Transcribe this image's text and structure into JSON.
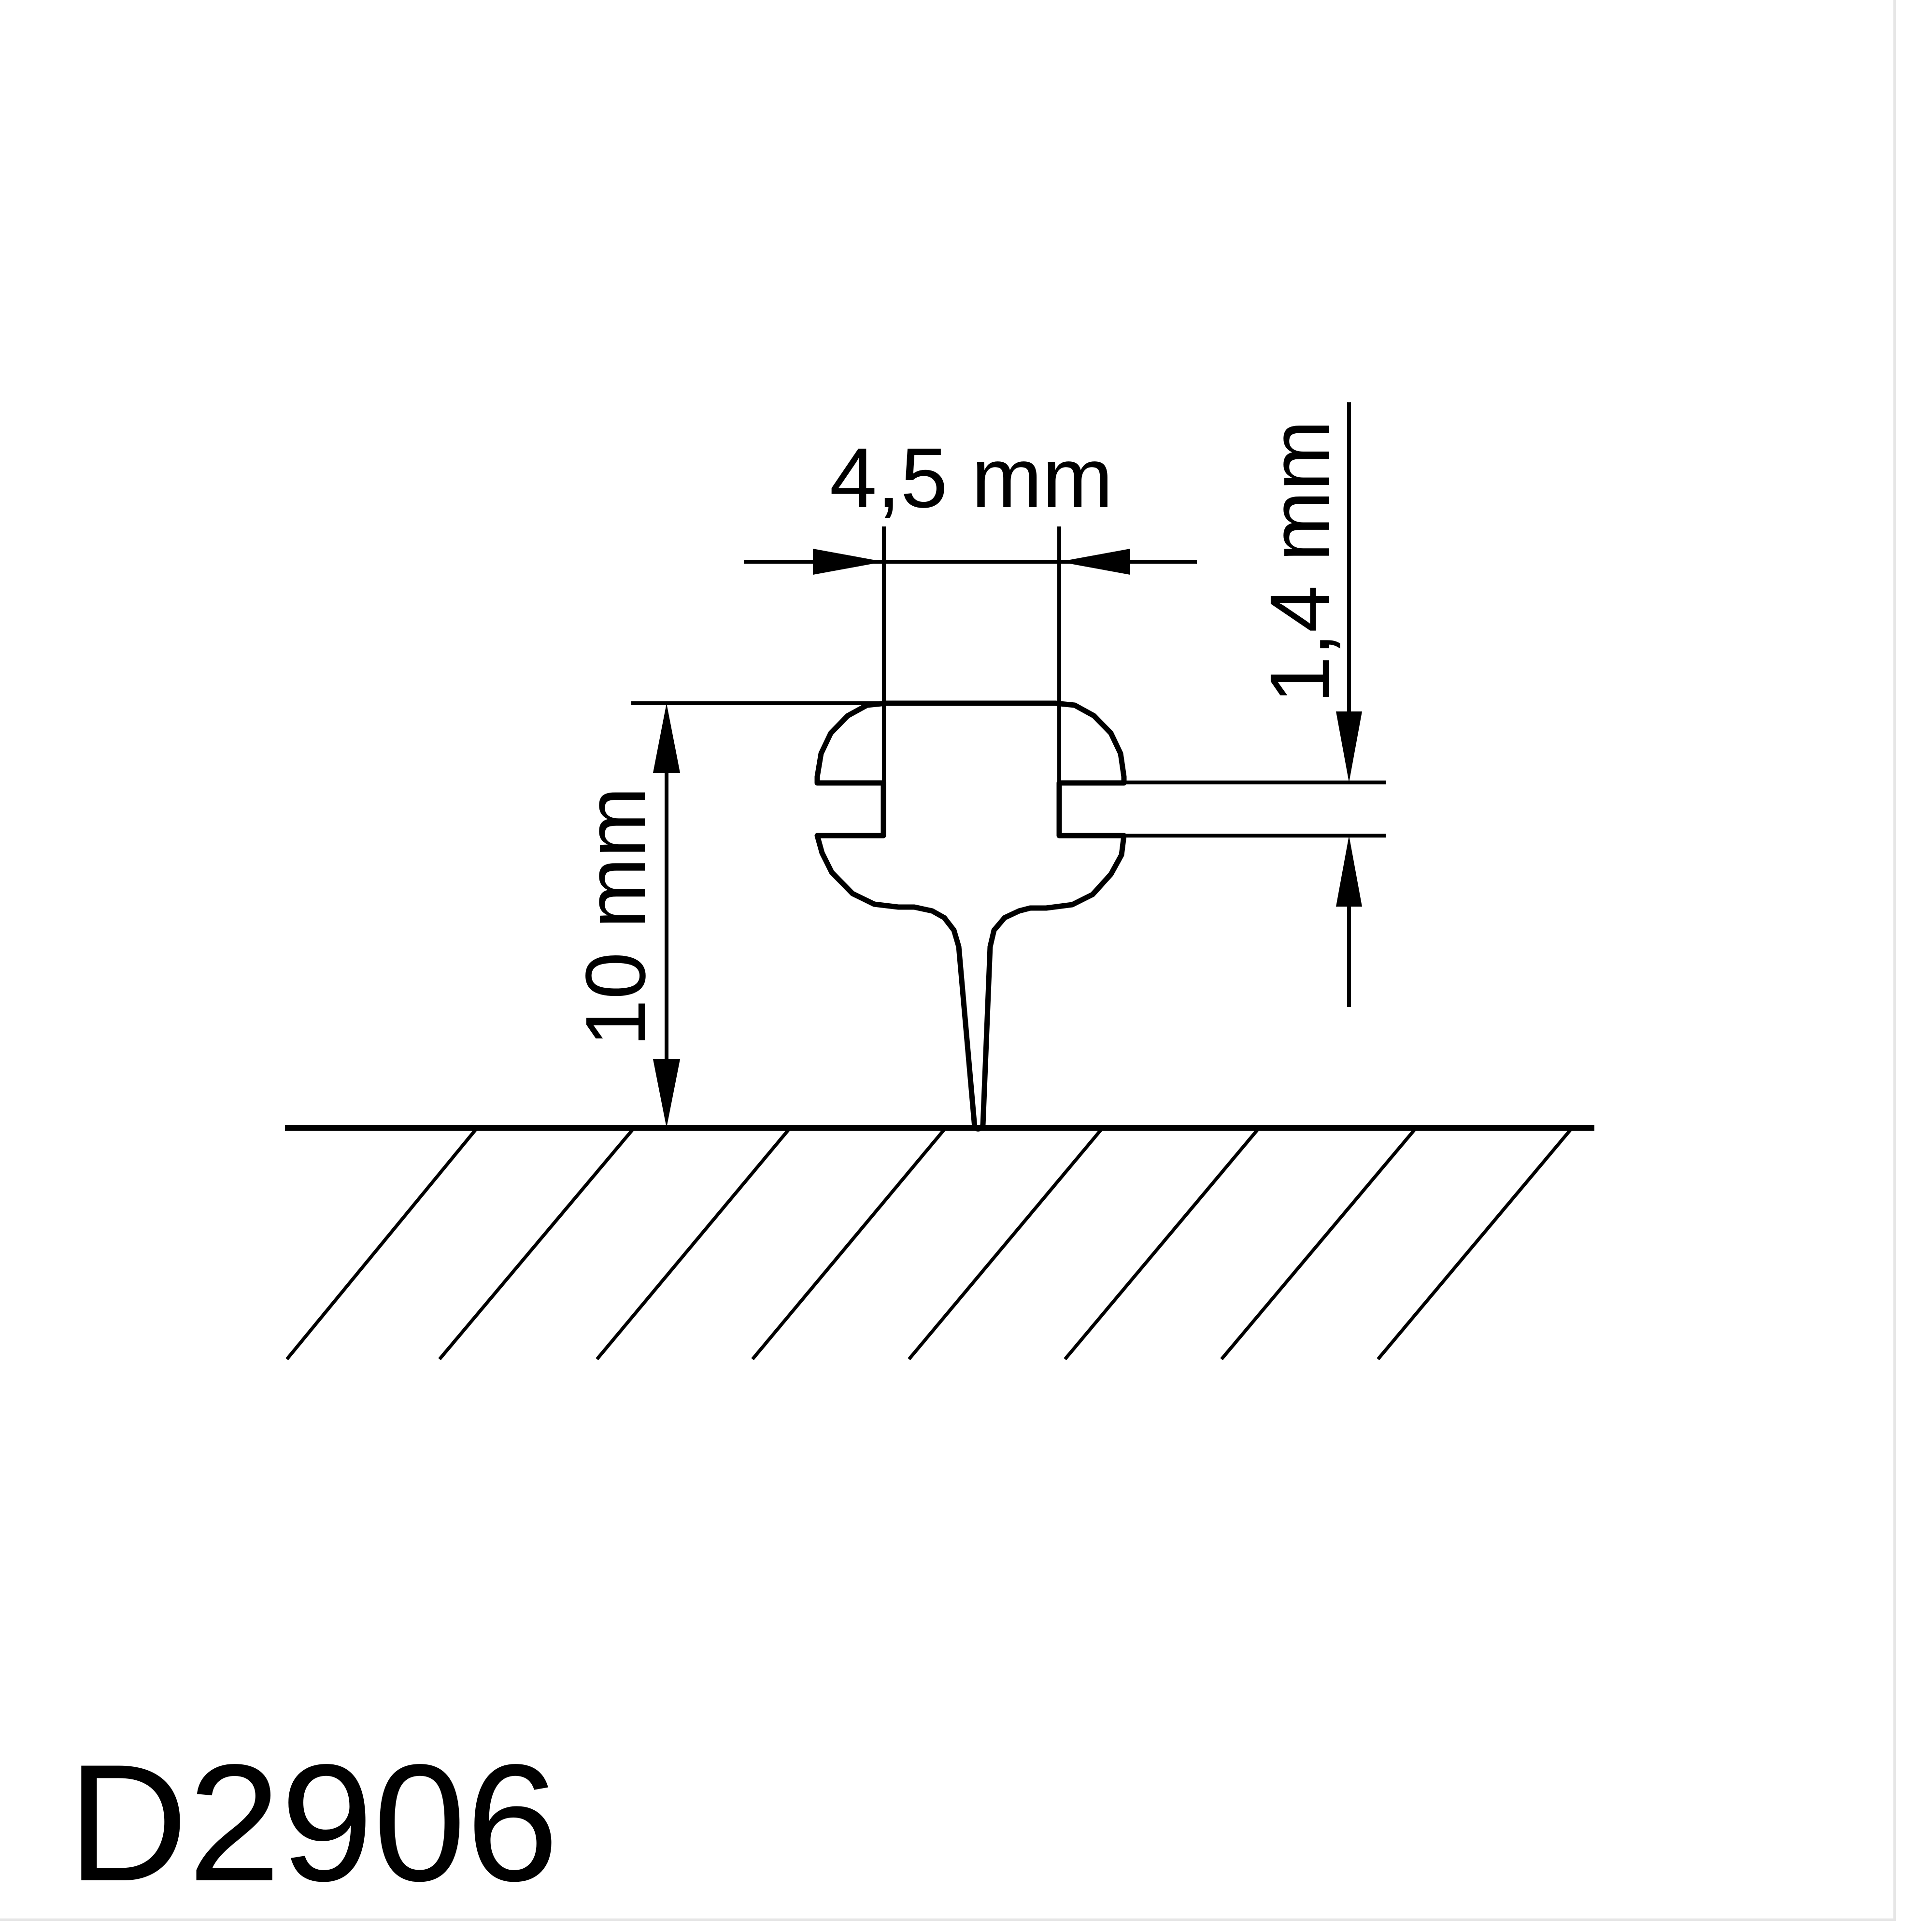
{
  "drawing": {
    "type": "technical-profile-drawing",
    "description": "T-shaped edge profile inserted into slot, cross-section with dimensions",
    "product_code": "D2906",
    "dimensions": {
      "width": {
        "label": "4,5 mm",
        "value": 4.5,
        "unit": "mm"
      },
      "height": {
        "label": "10 mm",
        "value": 10,
        "unit": "mm"
      },
      "slot_thickness": {
        "label": "1,4 mm",
        "value": 1.4,
        "unit": "mm"
      }
    },
    "colors": {
      "line": "#000000",
      "background": "#ffffff",
      "frame": "#e6e6e6"
    }
  }
}
